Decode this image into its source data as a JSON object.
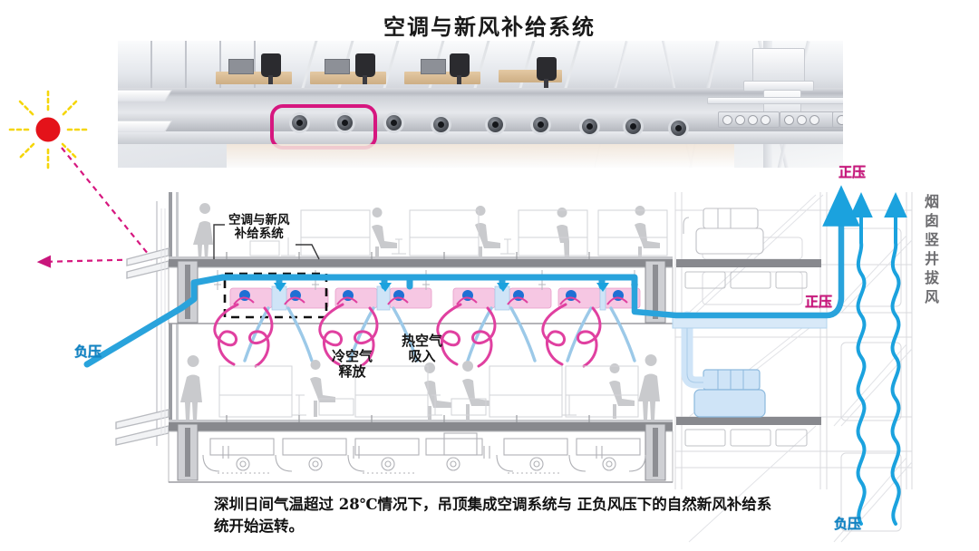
{
  "title": "空调与新风补给系统",
  "caption": "深圳日间气温超过 28℃情况下，吊顶集成空调系统与\n正负风压下的自然新风补给系统开始运转。",
  "photo": {
    "name": "ceiling-system-render",
    "highlight_color": "#d6177f"
  },
  "sun": {
    "name": "sun-icon",
    "core_color": "#e4121a",
    "ray_color": "#f5d60a"
  },
  "labels": {
    "system": "空调与新风\n补给系统",
    "cold_air": "冷空气\n释放",
    "hot_air": "热空气\n吸入",
    "negative_pressure_left": "负压",
    "negative_pressure_bottom": "负压",
    "positive_pressure_top": "正压",
    "positive_pressure_mid": "正压",
    "chimney": "烟囱竖井拔风"
  },
  "colors": {
    "supply_blue": "#29a3dc",
    "cool_stream": "#9cc9e8",
    "return_pink": "#e040a0",
    "magenta": "#c9167c",
    "structure_gray": "#8b8d92",
    "slab_gray": "#6e7075",
    "silhouette": "#c9cacd"
  },
  "diagram": {
    "sun_ray": "solar-ray-dashed-arrow",
    "detail_box": "ceiling-module-dashed-outline",
    "floors": [
      "upper-office-floor",
      "lower-office-floor"
    ],
    "mech_room": "air-handling-unit-room",
    "shaft": "chimney-shaft"
  }
}
